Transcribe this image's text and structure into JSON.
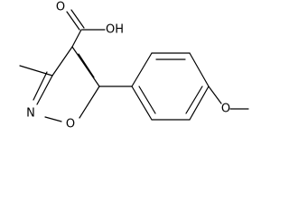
{
  "molecule": {
    "description_visible": false,
    "atoms": {
      "ring_n": "N",
      "ring_o": "O",
      "carbonyl_o": "O",
      "hydroxyl": "OH",
      "ether_o": "O"
    },
    "colors": {
      "ink": "#000000",
      "background": "#ffffff"
    }
  }
}
